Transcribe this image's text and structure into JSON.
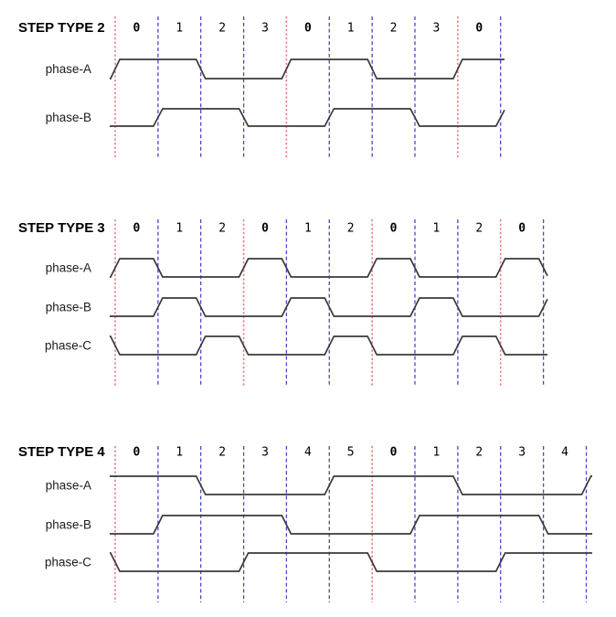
{
  "diagram": {
    "background": "#ffffff",
    "colors": {
      "waveform": "#3a3a3a",
      "text": "#000000",
      "label_text": "#1c1c1c",
      "grid_red": "#f07c7c",
      "grid_blue": "#4747d1",
      "grid_dark": "#555555"
    },
    "sections": [
      {
        "title": "STEP TYPE 2",
        "step_labels": [
          "0",
          "1",
          "2",
          "3",
          "0",
          "1",
          "2",
          "3",
          "0"
        ],
        "boundary_colors": [
          "red",
          "blue",
          "blue",
          "blue",
          "red",
          "blue",
          "blue",
          "blue",
          "red",
          "blue"
        ],
        "phases": [
          {
            "label": "phase-A",
            "pre": 0,
            "states": [
              1,
              1,
              0,
              0,
              1,
              1,
              0,
              0,
              1
            ],
            "post": 1
          },
          {
            "label": "phase-B",
            "pre": 0,
            "states": [
              0,
              1,
              1,
              0,
              0,
              1,
              1,
              0,
              0
            ],
            "post": 1
          }
        ]
      },
      {
        "title": "STEP TYPE 3",
        "step_labels": [
          "0",
          "1",
          "2",
          "0",
          "1",
          "2",
          "0",
          "1",
          "2",
          "0"
        ],
        "boundary_colors": [
          "red",
          "blue",
          "blue",
          "red",
          "blue",
          "blue",
          "red",
          "blue",
          "blue",
          "red",
          "blue"
        ],
        "phases": [
          {
            "label": "phase-A",
            "pre": 0,
            "states": [
              1,
              0,
              0,
              1,
              0,
              0,
              1,
              0,
              0,
              1
            ],
            "post": 0
          },
          {
            "label": "phase-B",
            "pre": 0,
            "states": [
              0,
              1,
              0,
              0,
              1,
              0,
              0,
              1,
              0,
              0
            ],
            "post": 1
          },
          {
            "label": "phase-C",
            "pre": 1,
            "states": [
              0,
              0,
              1,
              0,
              0,
              1,
              0,
              0,
              1,
              0
            ],
            "post": 0
          }
        ]
      },
      {
        "title": "STEP TYPE 4",
        "step_labels": [
          "0",
          "1",
          "2",
          "3",
          "4",
          "5",
          "0",
          "1",
          "2",
          "3",
          "4"
        ],
        "boundary_colors": [
          "red",
          "blue",
          "blue",
          "blue",
          "blue",
          "dark",
          "red",
          "blue",
          "blue",
          "blue",
          "blue",
          "blue"
        ],
        "phases": [
          {
            "label": "phase-A",
            "pre": 1,
            "states": [
              1,
              1,
              0,
              0,
              0,
              1,
              1,
              1,
              0,
              0,
              0
            ],
            "post": 1
          },
          {
            "label": "phase-B",
            "pre": 0,
            "states": [
              0,
              1,
              1,
              1,
              0,
              0,
              0,
              1,
              1,
              1,
              0
            ],
            "post": 0
          },
          {
            "label": "phase-C",
            "pre": 1,
            "states": [
              0,
              0,
              0,
              1,
              1,
              1,
              0,
              0,
              0,
              1,
              1
            ],
            "post": 1
          }
        ]
      }
    ]
  }
}
